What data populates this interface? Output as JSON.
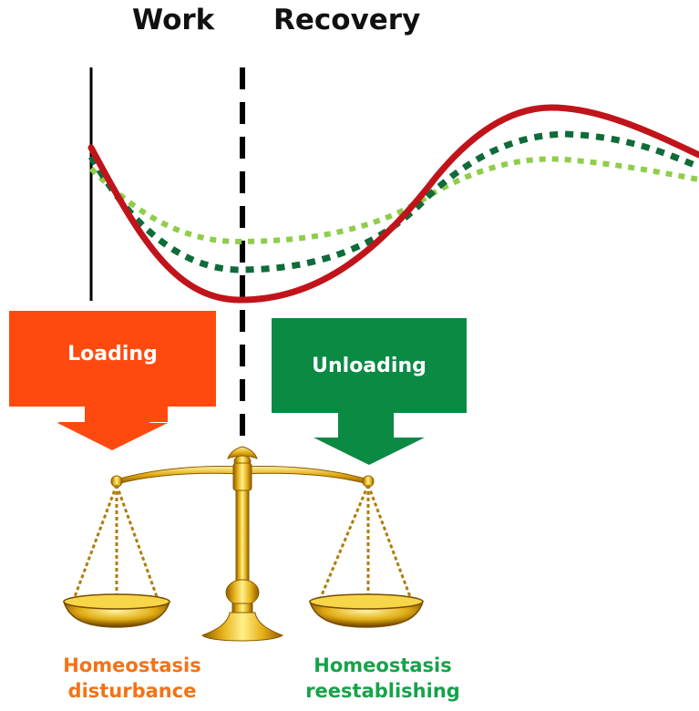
{
  "header": {
    "work_label": "Work",
    "recovery_label": "Recovery"
  },
  "arrows": {
    "loading_label": "Loading",
    "unloading_label": "Unloading"
  },
  "captions": {
    "left_line1": "Homeostasis",
    "left_line2": "disturbance",
    "right_line1": "Homeostasis",
    "right_line2": "reestablishing"
  },
  "colors": {
    "loading_arrow": "#ff4a0f",
    "unloading_arrow": "#0a8a43",
    "left_caption": "#f47216",
    "right_caption": "#16a34a",
    "curve_solid": "#c0141a",
    "curve_dark_dotted": "#0f6b3a",
    "curve_light_dotted": "#8fcd4a",
    "scale_gold": "#e8b412"
  },
  "icons": {
    "scale": "balance-scale-icon"
  }
}
